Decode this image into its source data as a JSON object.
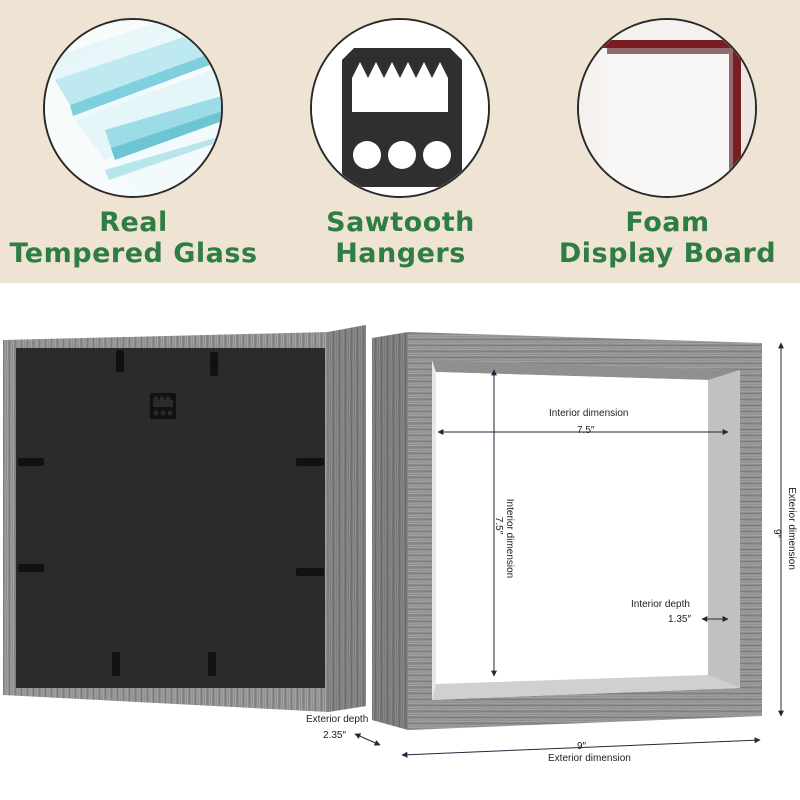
{
  "features": [
    {
      "line1": "Real",
      "line2": "Tempered Glass",
      "icon": "glass-icon"
    },
    {
      "line1": "Sawtooth",
      "line2": "Hangers",
      "icon": "sawtooth-hanger-icon"
    },
    {
      "line1": "Foam",
      "line2": "Display Board",
      "icon": "foam-board-icon"
    }
  ],
  "dimensions": {
    "interior_width_title": "Interior dimension",
    "interior_width_value": "7.5″",
    "interior_height_title": "Interior dimension",
    "interior_height_value": "7.5″",
    "interior_depth_title": "Interior depth",
    "interior_depth_value": "1.35″",
    "exterior_height_title": "Exterior dimension",
    "exterior_height_value": "9″",
    "exterior_width_title": "Exterior dimension",
    "exterior_width_value": "9″",
    "exterior_depth_title": "Exterior depth",
    "exterior_depth_value": "2.35″"
  },
  "colors": {
    "banner_bg": "#efe3d3",
    "title_green": "#2e7d45",
    "frame_gray": "#8c8c8c",
    "backing_black": "#2b2b2b",
    "glass_blue": "#8fd3e0",
    "foam_burgundy": "#7a1c22"
  }
}
